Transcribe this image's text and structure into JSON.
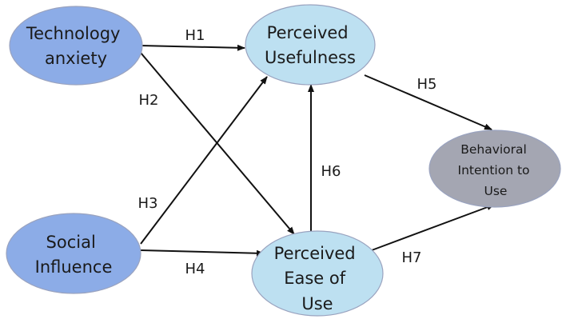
{
  "colors": {
    "construct_dark": "#8cace7",
    "construct_light": "#bde0f1",
    "outcome": "#a4a6b2",
    "stroke": "#9aa3bf",
    "arrow": "#111111"
  },
  "nodes": {
    "technology_anxiety": {
      "lines": [
        "Technology",
        "anxiety"
      ]
    },
    "social_influence": {
      "lines": [
        "Social",
        "Influence"
      ]
    },
    "perceived_usefulness": {
      "lines": [
        "Perceived",
        "Usefulness"
      ]
    },
    "perceived_ease_of_use": {
      "lines": [
        "Perceived",
        "Ease of",
        "Use"
      ]
    },
    "behavioral_intention": {
      "lines": [
        "Behavioral",
        "Intention to",
        "Use"
      ]
    }
  },
  "hypotheses": {
    "h1": "H1",
    "h2": "H2",
    "h3": "H3",
    "h4": "H4",
    "h5": "H5",
    "h6": "H6",
    "h7": "H7"
  }
}
